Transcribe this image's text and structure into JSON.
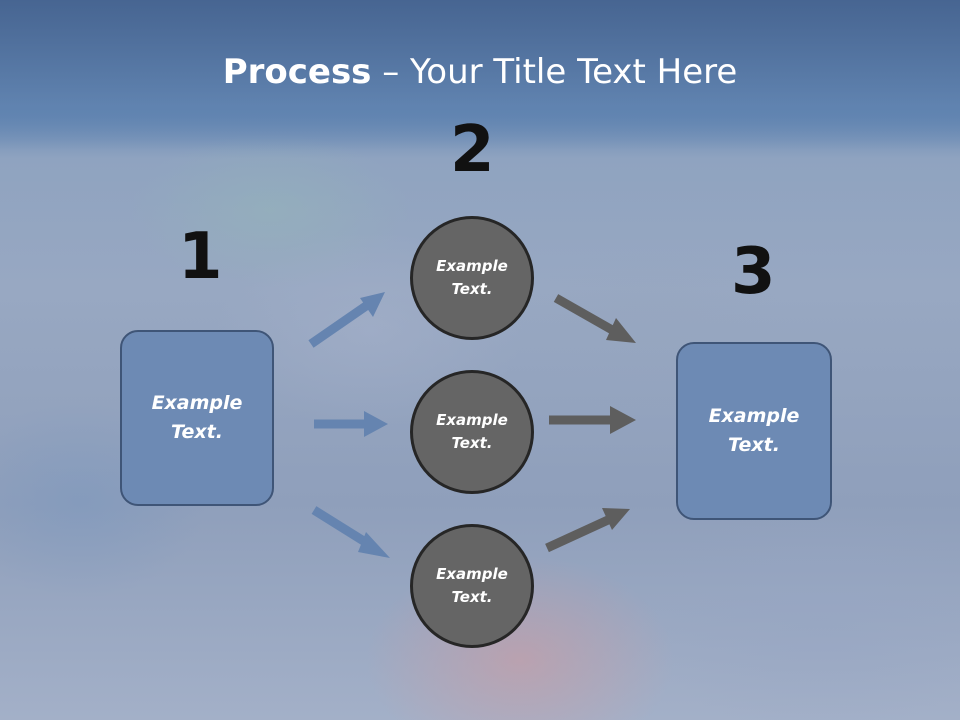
{
  "title": {
    "bold": "Process",
    "rest": " – Your Title Text Here"
  },
  "steps": [
    {
      "number": "1",
      "text": "Example\nText."
    },
    {
      "number": "2",
      "text": "Example\nText."
    },
    {
      "number": "3",
      "text": "Example\nText."
    }
  ],
  "circles": [
    {
      "text": "Example\nText."
    },
    {
      "text": "Example\nText."
    },
    {
      "text": "Example\nText."
    }
  ],
  "colors": {
    "box_fill": "#6d8ab4",
    "box_border": "#3f5577",
    "circle_fill": "#656565",
    "blue_arrow": "#6584b0",
    "gray_arrow": "#5e5e5e"
  }
}
